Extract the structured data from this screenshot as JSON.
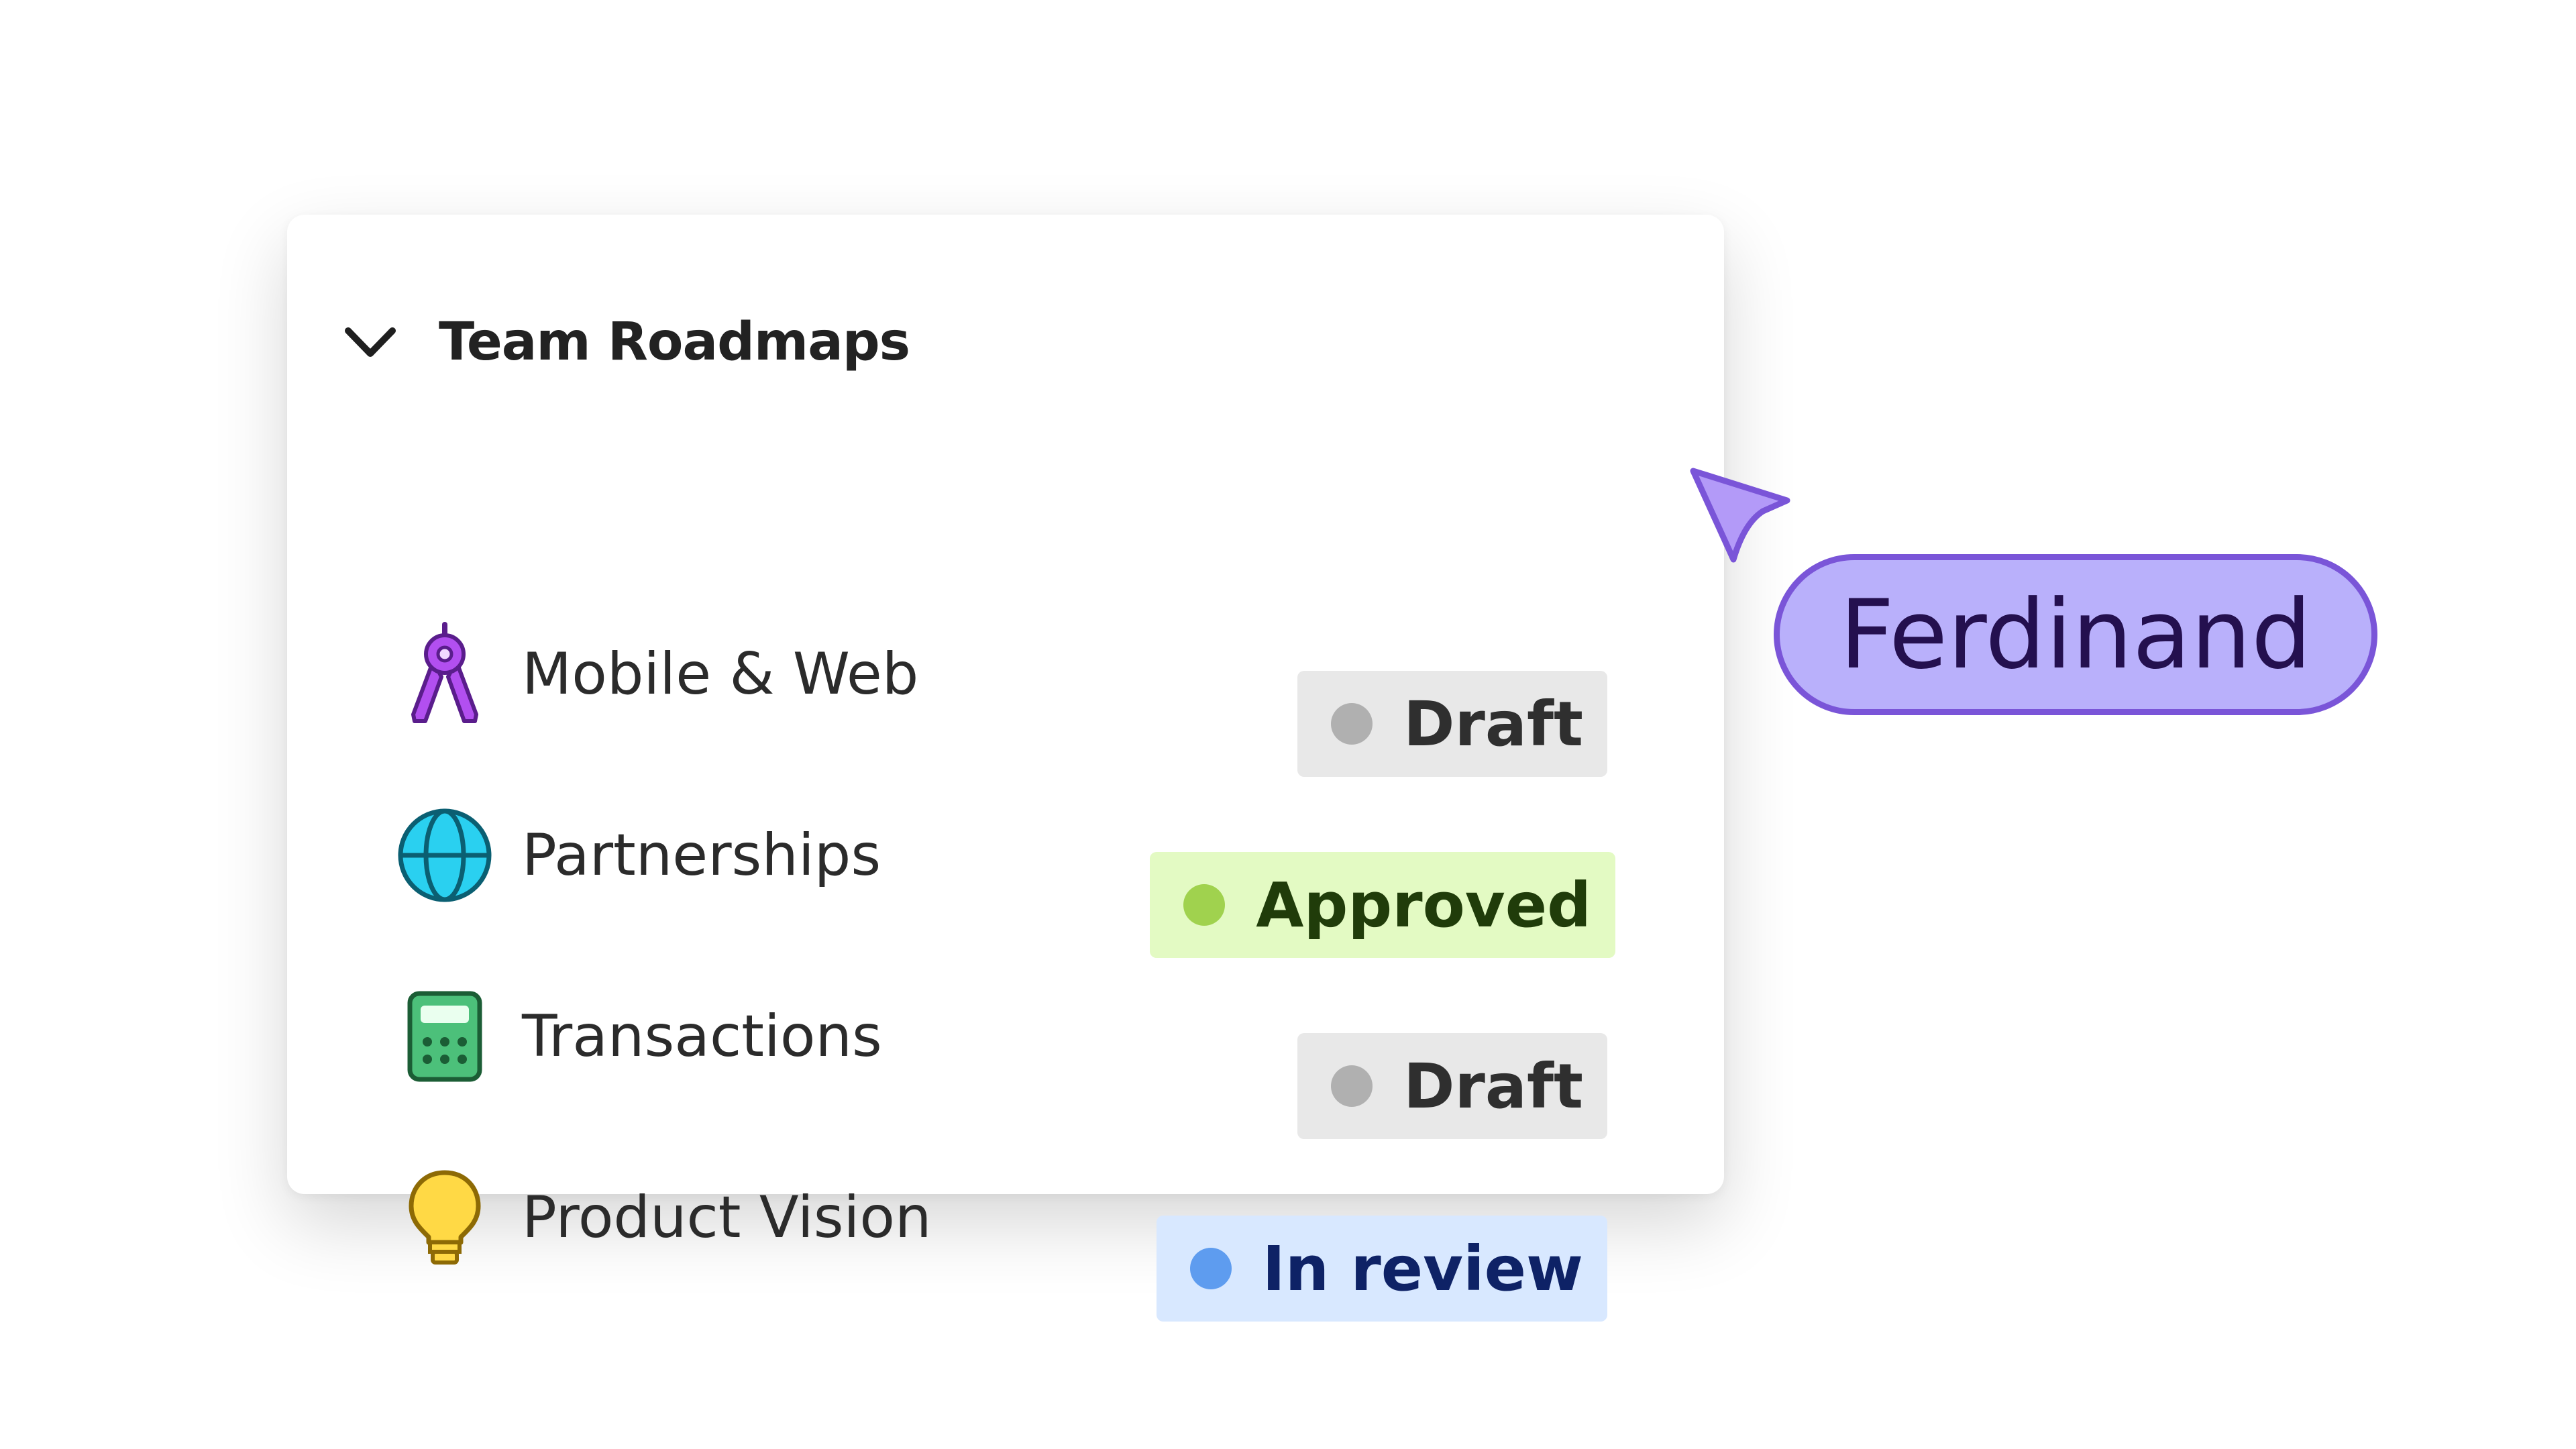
{
  "section": {
    "title": "Team Roadmaps",
    "expand_icon": "chevron-down-icon"
  },
  "items": [
    {
      "label": "Mobile & Web",
      "icon": "compass-drawing-icon",
      "icon_color": "#a24de6",
      "status": {
        "label": "Draft",
        "bg": "#e8e8e8",
        "dot": "#b0b0b0",
        "text": "#2f2f2f"
      }
    },
    {
      "label": "Partnerships",
      "icon": "globe-icon",
      "icon_color": "#2ad0f0",
      "status": {
        "label": "Approved",
        "bg": "#e3fac3",
        "dot": "#a0d24e",
        "text": "#203c0a"
      }
    },
    {
      "label": "Transactions",
      "icon": "calculator-icon",
      "icon_color": "#4cc07a",
      "status": {
        "label": "Draft",
        "bg": "#e8e8e8",
        "dot": "#b0b0b0",
        "text": "#2f2f2f"
      }
    },
    {
      "label": "Product Vision",
      "icon": "lightbulb-icon",
      "icon_color": "#ffd945",
      "status": {
        "label": "In review",
        "bg": "#d8e8ff",
        "dot": "#5e9cef",
        "text": "#0e2266"
      }
    }
  ],
  "collaborator": {
    "name": "Ferdinand",
    "cursor_icon": "pointer-cursor-icon",
    "color": "#b9b0fb",
    "border_color": "#7a55d8"
  }
}
